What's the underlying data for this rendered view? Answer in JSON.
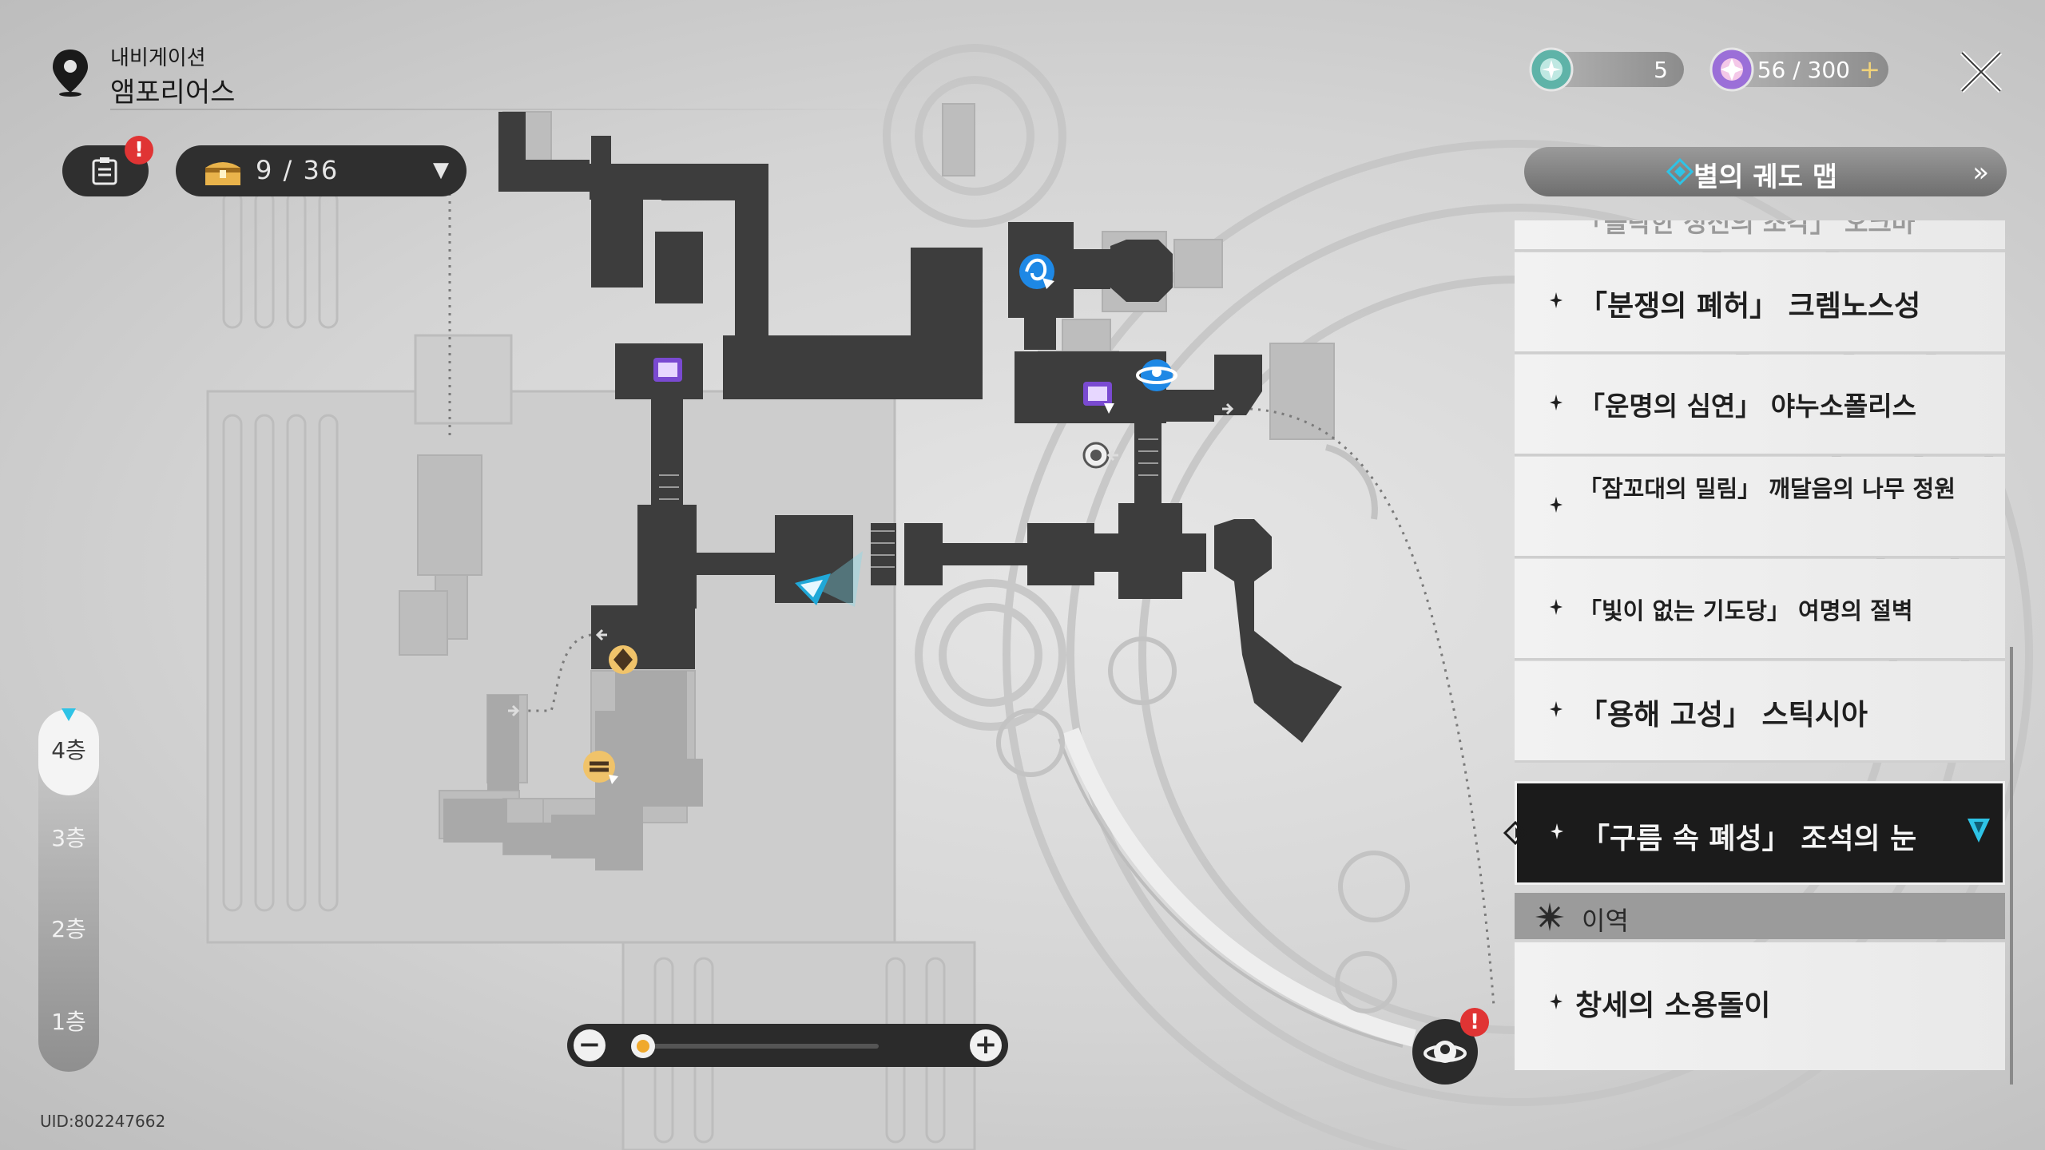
{
  "header": {
    "nav_title": "내비게이션",
    "location": "앰포리어스"
  },
  "currencies": [
    {
      "name": "fuel",
      "value": "5",
      "icon": "fuel-orb-icon"
    },
    {
      "name": "trailblaze-power",
      "value": "56 / 300",
      "icon": "trailblaze-power-icon"
    }
  ],
  "toolbar": {
    "chest_count": "9 / 36"
  },
  "right_panel": {
    "orbit_button": "별의 궤도 맵",
    "regions": [
      {
        "name": "「몰락한 성전의 조각」 오크마"
      },
      {
        "name": "「분쟁의 폐허」 크렘노스성"
      },
      {
        "name": "「운명의 심연」 야누소폴리스"
      },
      {
        "name": "「잠꼬대의 밀림」 깨달음의 나무 정원"
      },
      {
        "name": "「빛이 없는 기도당」 여명의 절벽"
      },
      {
        "name": "「용해 고성」 스틱시아"
      },
      {
        "name": "「구름 속 폐성」 조석의 눈",
        "selected": true
      }
    ],
    "category_label": "이역",
    "extra_regions": [
      {
        "name": "창세의 소용돌이"
      }
    ]
  },
  "floors": [
    {
      "label": "4층",
      "active": true
    },
    {
      "label": "3층"
    },
    {
      "label": "2층"
    },
    {
      "label": "1층"
    }
  ],
  "zoom": {
    "level": 0.0
  },
  "footer": {
    "uid": "UID:802247662"
  },
  "colors": {
    "accent": "#2ec3e6",
    "selected_bg": "#1b1b1b",
    "map_walkable": "#3d3d3d",
    "alert": "#e03434"
  }
}
